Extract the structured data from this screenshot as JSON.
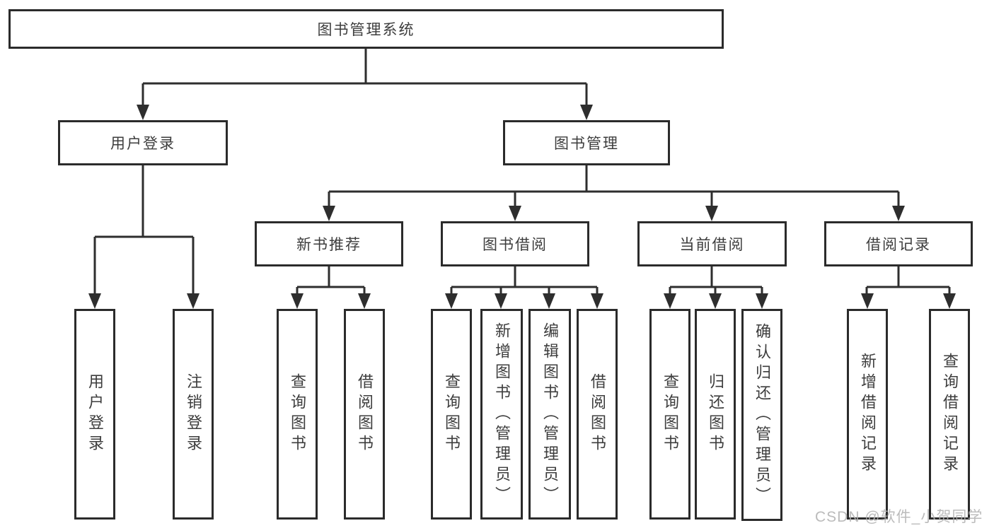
{
  "tree": {
    "label": "图书管理系统",
    "children": [
      {
        "label": "用户登录",
        "children": [
          {
            "label": "用户登录"
          },
          {
            "label": "注销登录"
          }
        ]
      },
      {
        "label": "图书管理",
        "children": [
          {
            "label": "新书推荐",
            "children": [
              {
                "label": "查询图书"
              },
              {
                "label": "借阅图书"
              }
            ]
          },
          {
            "label": "图书借阅",
            "children": [
              {
                "label": "查询图书"
              },
              {
                "label": "新增图书（管理员）"
              },
              {
                "label": "编辑图书（管理员）"
              },
              {
                "label": "借阅图书"
              }
            ]
          },
          {
            "label": "当前借阅",
            "children": [
              {
                "label": "查询图书"
              },
              {
                "label": "归还图书"
              },
              {
                "label": "确认归还（管理员）"
              }
            ]
          },
          {
            "label": "借阅记录",
            "children": [
              {
                "label": "新增借阅记录"
              },
              {
                "label": "查询借阅记录"
              }
            ]
          }
        ]
      }
    ]
  },
  "watermark": {
    "text": "CSDN @软件_小贺同学"
  },
  "colors": {
    "line": "#2e2e2e",
    "box_border": "#2b2b2b",
    "text": "#3d3d3d",
    "watermark": "#b0b0b0",
    "background": "#ffffff"
  }
}
